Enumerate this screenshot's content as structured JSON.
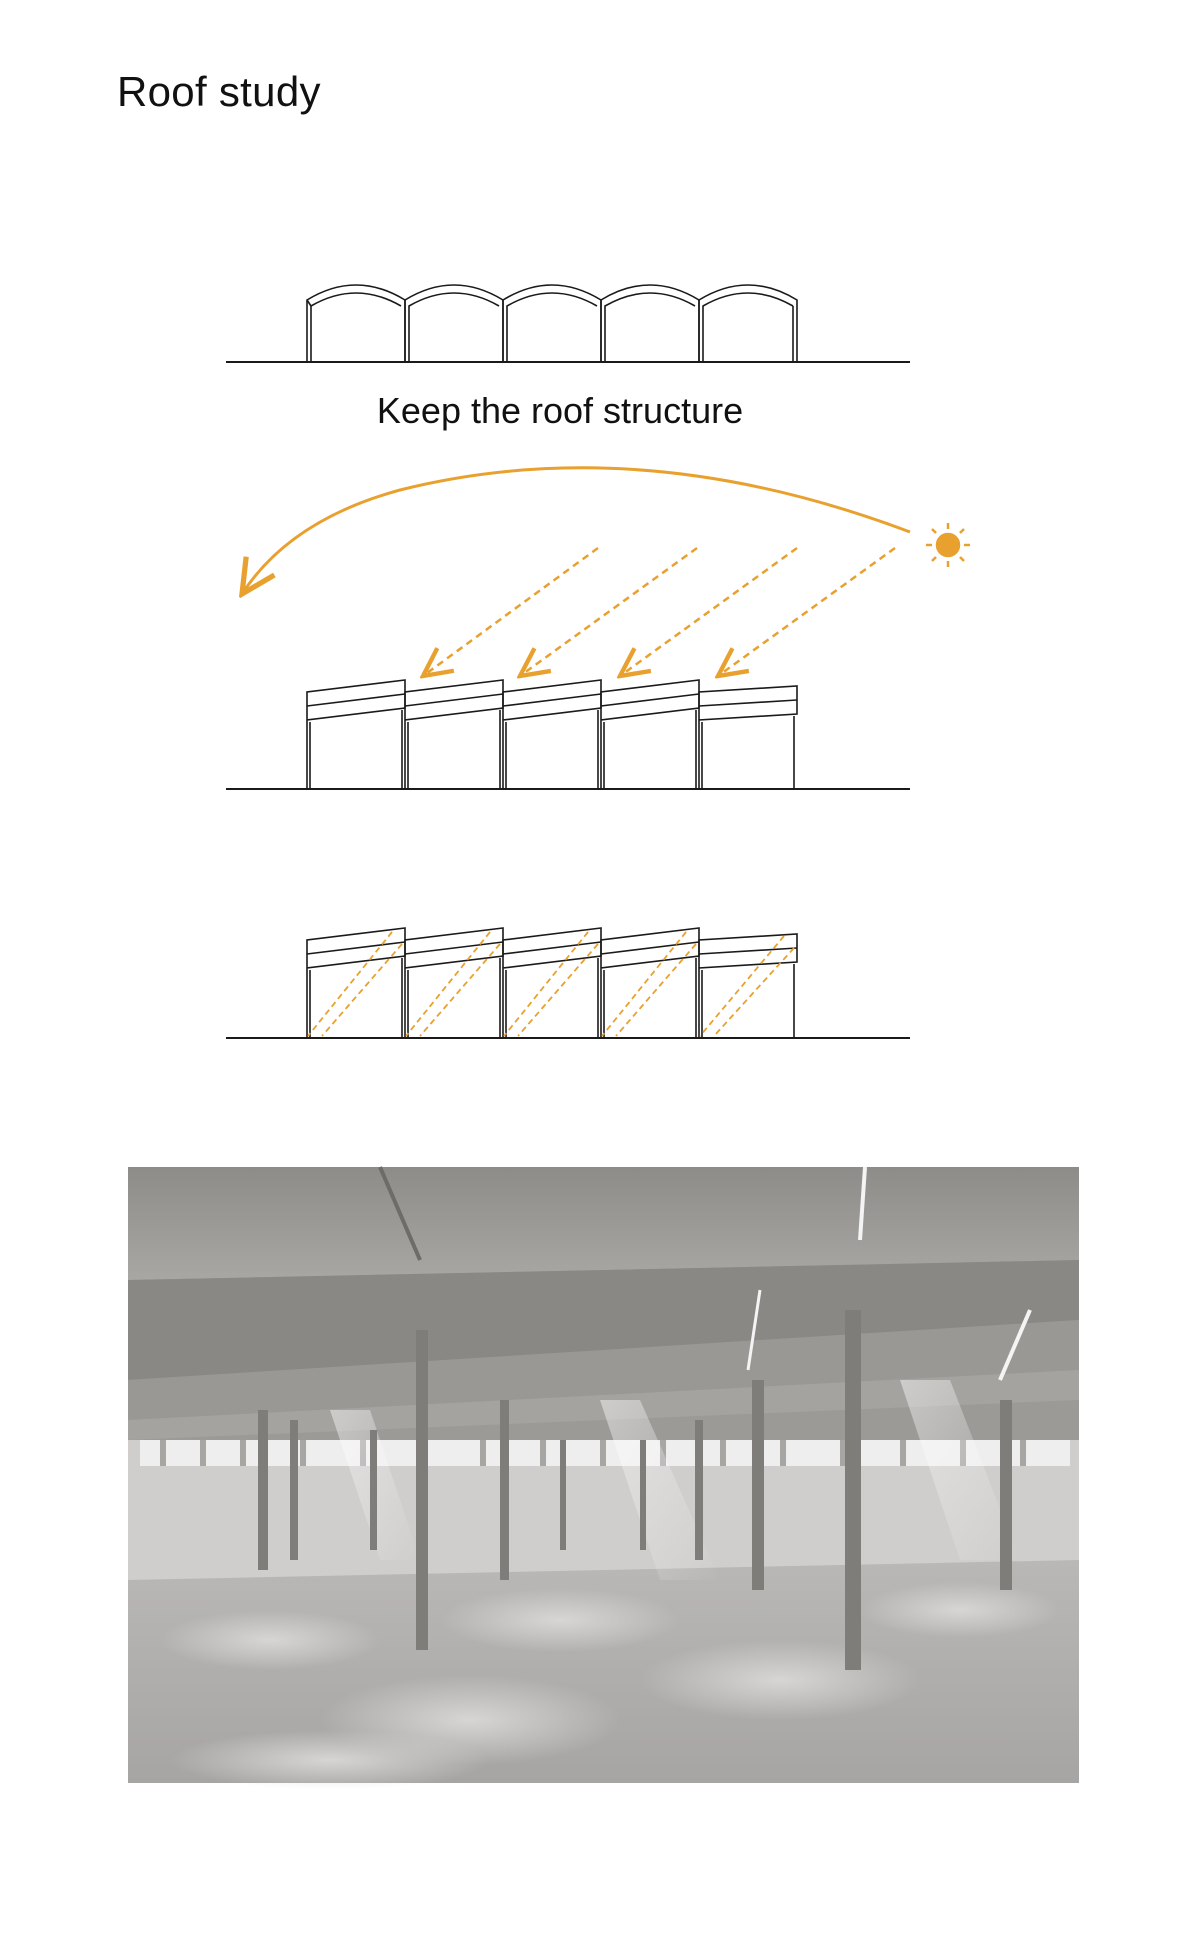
{
  "header": {
    "title": "Roof study"
  },
  "diagram": {
    "caption": "Keep the roof structure",
    "accent_color": "#E8A12F",
    "line_color": "#1a1a1a",
    "icons": [
      "sun-icon",
      "sun-path-arrow-icon"
    ],
    "bays": 5
  },
  "render": {
    "description_icon": "interior-render-icon"
  }
}
